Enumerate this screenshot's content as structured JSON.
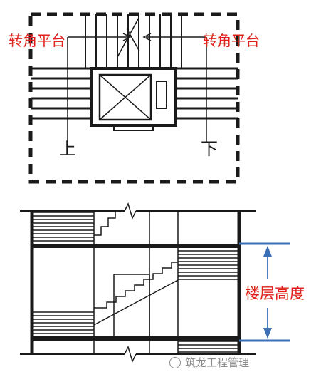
{
  "plan": {
    "landing_label_left": "转角平台",
    "landing_label_right": "转角平台",
    "up_label": "上",
    "down_label": "下"
  },
  "section": {
    "floor_height_label": "楼层高度"
  },
  "watermark": {
    "text": "筑龙工程管理"
  },
  "colors": {
    "annotation_red": "#e0201a",
    "dimension_blue": "#3b6fb6",
    "line_black": "#1a1a1a"
  }
}
